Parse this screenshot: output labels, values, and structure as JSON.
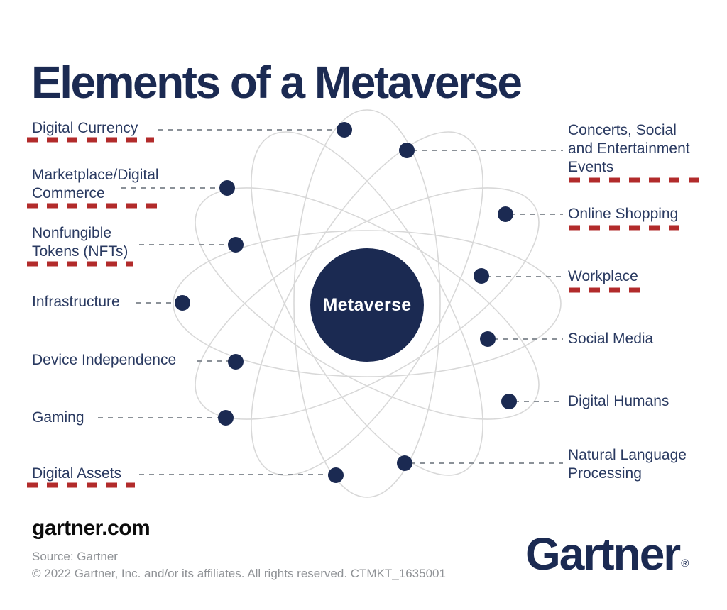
{
  "title": "Elements of a Metaverse",
  "center": {
    "label": "Metaverse"
  },
  "nodes": {
    "left": [
      {
        "label": "Digital Currency",
        "lines": [
          "Digital Currency"
        ],
        "underlined": true
      },
      {
        "label": "Marketplace/Digital Commerce",
        "lines": [
          "Marketplace/Digital",
          "Commerce"
        ],
        "underlined": true
      },
      {
        "label": "Nonfungible Tokens (NFTs)",
        "lines": [
          "Nonfungible",
          "Tokens (NFTs)"
        ],
        "underlined": true
      },
      {
        "label": "Infrastructure",
        "lines": [
          "Infrastructure"
        ],
        "underlined": false
      },
      {
        "label": "Device Independence",
        "lines": [
          "Device Independence"
        ],
        "underlined": false
      },
      {
        "label": "Gaming",
        "lines": [
          "Gaming"
        ],
        "underlined": false
      },
      {
        "label": "Digital Assets",
        "lines": [
          "Digital Assets"
        ],
        "underlined": true
      }
    ],
    "right": [
      {
        "label": "Concerts, Social and Entertainment Events",
        "lines": [
          "Concerts, Social",
          "and Entertainment",
          "Events"
        ],
        "underlined": true
      },
      {
        "label": "Online Shopping",
        "lines": [
          "Online Shopping"
        ],
        "underlined": true
      },
      {
        "label": "Workplace",
        "lines": [
          "Workplace"
        ],
        "underlined": true
      },
      {
        "label": "Social Media",
        "lines": [
          "Social Media"
        ],
        "underlined": false
      },
      {
        "label": "Digital Humans",
        "lines": [
          "Digital Humans"
        ],
        "underlined": false
      },
      {
        "label": "Natural Language Processing",
        "lines": [
          "Natural Language",
          "Processing"
        ],
        "underlined": false
      }
    ]
  },
  "footer": {
    "website": "gartner.com",
    "source": "Source: Gartner",
    "copyright": "© 2022 Gartner, Inc. and/or its affiliates. All rights reserved. CTMKT_1635001"
  },
  "logo": {
    "text": "Gartner",
    "registered": "®"
  },
  "colors": {
    "navy": "#1b2a52",
    "label_navy": "#2a3a61",
    "red": "#b22b2b",
    "orbit_gray": "#d8d8d8",
    "connector_gray": "#8b9198"
  }
}
